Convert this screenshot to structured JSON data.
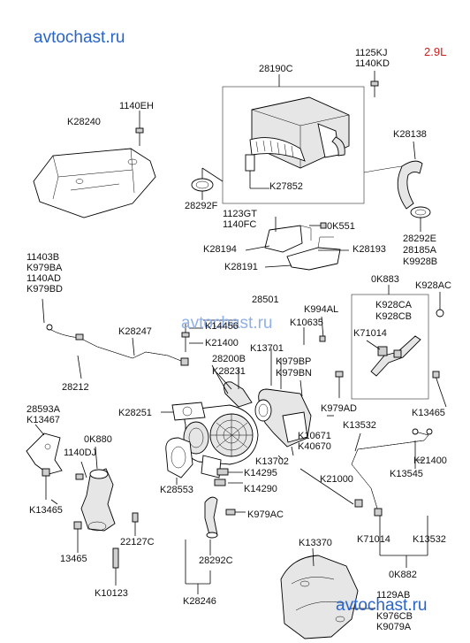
{
  "watermark": {
    "text": "avtochast.ru",
    "color_primary": "#2a64c8",
    "color_faded": "#8fb0e8"
  },
  "engine_tag": {
    "text": "2.9L",
    "color": "#cc1e1e"
  },
  "labels": {
    "p1125kj": "1125KJ",
    "p1140kd": "1140KD",
    "p28190c": "28190C",
    "p1140eh": "1140EH",
    "pk28240": "K28240",
    "pk28138": "K28138",
    "pk27852": "K27852",
    "p28292f": "28292F",
    "p1123gt": "1123GT",
    "p1140fc": "1140FC",
    "p0k551": "0K551",
    "p28292e": "28292E",
    "p28185a": "28185A",
    "pk9928b": "K9928B",
    "pk28194": "K28194",
    "pk28193": "K28193",
    "pk28191": "K28191",
    "p11403b": "11403B",
    "pk979ba": "K979BA",
    "p1140ad": "1140AD",
    "pk979bd": "K979BD",
    "p28501": "28501",
    "pk994al": "K994AL",
    "p0k883": "0K883",
    "pk928ac": "K928AC",
    "pk928ca": "K928CA",
    "pk928cb": "K928CB",
    "pk71014a": "K71014",
    "pk10635": "K10635",
    "pk14456": "K14456",
    "pk21400a": "K21400",
    "pk13701": "K13701",
    "pk28247": "K28247",
    "p28200b": "28200B",
    "pk28231": "K28231",
    "pk979bp": "K979BP",
    "pk979bn": "K979BN",
    "p28212": "28212",
    "pk13465a": "K13465",
    "p28593a": "28593A",
    "pk13467": "K13467",
    "pk28251": "K28251",
    "pk979ad": "K979AD",
    "pk10671": "K10671",
    "pk40670": "K40670",
    "pk13532a": "K13532",
    "p1140dj": "1140DJ",
    "p0k880": "0K880",
    "pk21400b": "K21400",
    "pk13545": "K13545",
    "pk13702": "K13702",
    "pk28553": "K28553",
    "pk14295": "K14295",
    "pk14290": "K14290",
    "pk21000": "K21000",
    "pk13465b": "K13465",
    "pk979ac": "K979AC",
    "p22127c": "22127C",
    "pk71014b": "K71014",
    "pk13532b": "K13532",
    "p13465": "13465",
    "pk13370": "K13370",
    "p28292c": "28292C",
    "p0k882": "0K882",
    "pk10123": "K10123",
    "pk28246": "K28246",
    "p1129ab": "1129AB",
    "pk976cb": "K976CB",
    "pk9079a": "K9079A"
  }
}
